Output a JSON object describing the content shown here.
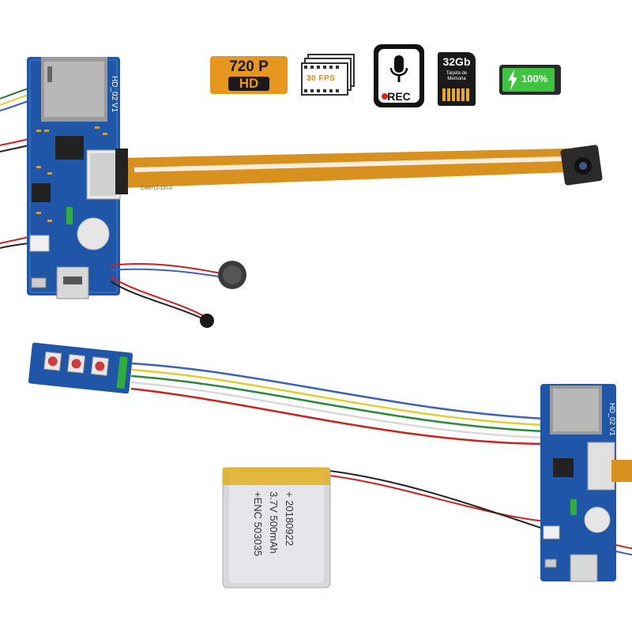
{
  "badges": {
    "resolution_top": "720 P",
    "resolution_bottom": "HD",
    "fps": "30 FPS",
    "rec": "REC",
    "sd_capacity": "32Gb",
    "sd_caption": "Tarjeta de Memoria",
    "battery_level": "100%"
  },
  "board_label": "HD_02 V1",
  "ribbon_label": "CM8712-120-0",
  "cell_labels": [
    "+ENC 503035",
    "3.7V 500mAh",
    "+ 20180922"
  ],
  "colors": {
    "pcb": "#1f56a8",
    "ribbon": "#d8901e",
    "badge_orange": "#e8971e",
    "battery_green": "#3ec43e"
  }
}
